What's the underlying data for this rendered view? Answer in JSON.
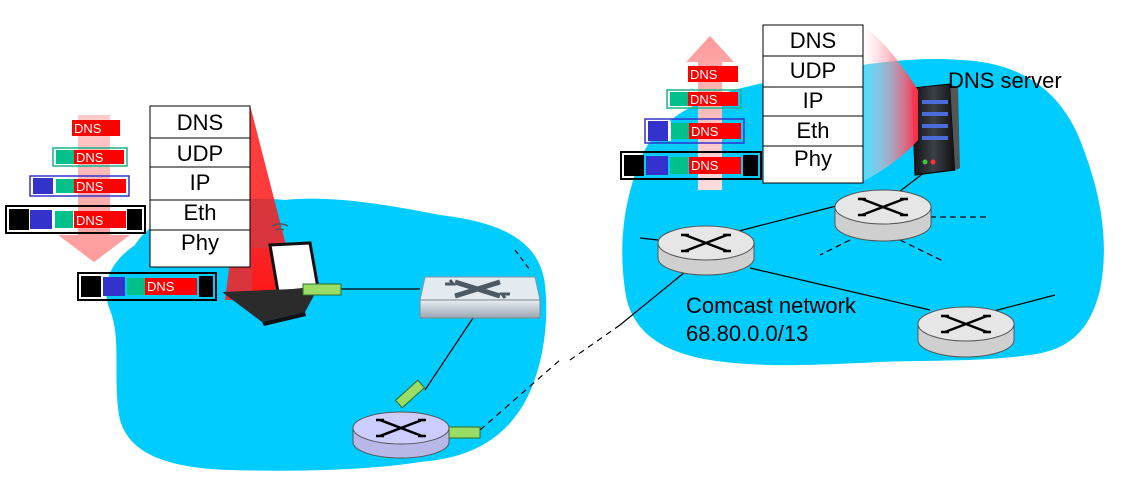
{
  "left_stack": {
    "layers": [
      "DNS",
      "UDP",
      "IP",
      "Eth",
      "Phy"
    ]
  },
  "right_stack": {
    "layers": [
      "DNS",
      "UDP",
      "IP",
      "Eth",
      "Phy"
    ]
  },
  "packet_label": "DNS",
  "dns_server_label": "DNS server",
  "comcast": {
    "name": "Comcast network",
    "prefix": "68.80.0.0/13"
  },
  "colors": {
    "cloud": "#00ccff",
    "dns_segment": "#ff0000",
    "udp_segment": "#00c08b",
    "ip_segment": "#3333cc",
    "eth_segment": "#000000",
    "left_arrow": "#ff9999",
    "right_arrow": "#ff8888",
    "router_top": "#e6e6e6",
    "home_router_top": "#ccccff",
    "nic": "#99dd66"
  }
}
